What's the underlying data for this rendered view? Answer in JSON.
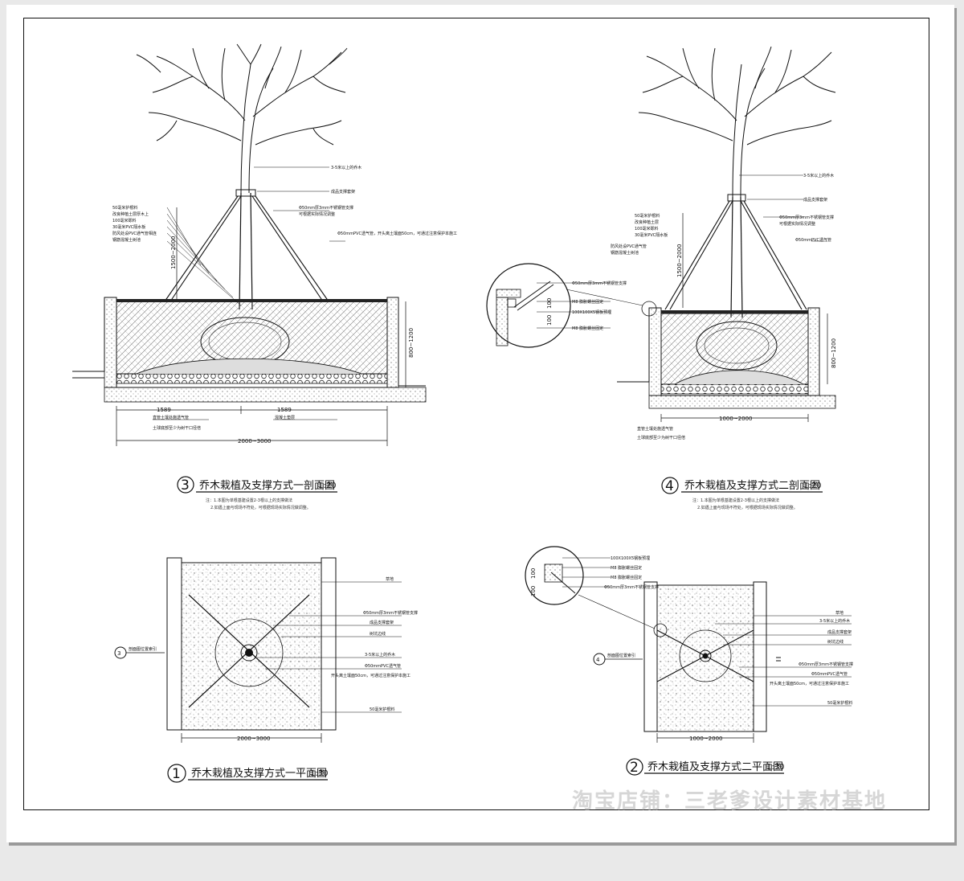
{
  "watermark": "淘宝店铺：三老爹设计素材基地",
  "sections": {
    "s3": {
      "number": "3",
      "title": "乔木栽植及支撑方式一剖面图",
      "scale": "1:20",
      "notes": [
        "注：1.本图为单根基建设置2-3根以上的支撑做法",
        "2.如遇上面与现场不符处，可根据现场实际情况做调整。"
      ],
      "dims": [
        "1589",
        "1589",
        "2000~3000",
        "1500~2000",
        "800~1200"
      ],
      "left_labels": [
        "50毫米护根料",
        "改良种植土层厚木上",
        "100毫米砾料",
        "30毫米PVC隔水板",
        "防风处设PVC通气管相连",
        "钢筋混凝土树池"
      ],
      "right_labels": [
        "3-5米以上的乔木",
        "成品支撑套架",
        "Φ50mm厚3mm不锈钢管支撑",
        "可根据实际情况调整",
        "Φ50mmPVC透气管，开头离土壤面50cm，可通过注意保护本施工"
      ],
      "bottom_labels": [
        "直管土壤处施透气管",
        "土球底部至少为树干口径倍",
        "混凝土垫层"
      ]
    },
    "s4": {
      "number": "4",
      "title": "乔木栽植及支撑方式二剖面图",
      "scale": "1:20",
      "notes": [
        "注：1.本图为单根基建设置2-3根以上的支撑做法",
        "2.如遇上面与现场不符处，可根据现场实际情况做调整。"
      ],
      "dims": [
        "1000~2000",
        "1500~2000",
        "800~1200",
        "100",
        "100"
      ],
      "left_labels": [
        "50毫米护根料",
        "改良种植土层",
        "100毫米砾料",
        "30毫米PVC隔水板",
        "防风处设PVC通气管",
        "钢筋混凝土树池"
      ],
      "right_labels": [
        "3-5米以上的乔木",
        "成品支撑套架",
        "Φ50mm厚3mm不锈钢管支撑",
        "可根据实际情况调整",
        "Φ50mmPVC透气管"
      ],
      "detail_labels": [
        "Φ50mm厚3mm不锈钢管支撑",
        "M8 膨胀螺丝固定",
        "100X100X5钢板预埋",
        "M8 膨胀螺丝固定"
      ],
      "bottom_labels": [
        "直管土壤处施透气管",
        "土球底部至少为树干口径倍"
      ]
    },
    "s1": {
      "number": "1",
      "title": "乔木栽植及支撑方式一平面图",
      "scale": "1:30",
      "dims": [
        "2000~3000"
      ],
      "side_label": "3",
      "labels": [
        "草地",
        "Φ50mm厚3mm不锈钢管支撑",
        "成品支撑套架",
        "树坑边线",
        "3-5米以上的乔木",
        "Φ50mmPVC透气管",
        "开头离土壤面50cm，可通过注意保护本施工",
        "50毫米护根料"
      ],
      "left_label": "剖面图位置索引"
    },
    "s2": {
      "number": "2",
      "title": "乔木栽植及支撑方式二平面图",
      "scale": "1:30",
      "dims": [
        "1000~2000",
        "100",
        "100"
      ],
      "side_label": "4",
      "labels": [
        "草地",
        "3-5米以上的乔木",
        "成品支撑套架",
        "树坑边线",
        "Φ50mm厚3mm不锈钢管支撑",
        "Φ50mmPVC透气管",
        "开头离土壤面50cm，可通过注意保护本施工",
        "50毫米护根料"
      ],
      "detail_labels": [
        "100X100X5钢板预埋",
        "M8 膨胀螺丝固定",
        "M8 膨胀螺丝固定",
        "Φ50mm厚3mm不锈钢管支撑"
      ],
      "left_label": "剖面图位置索引"
    }
  }
}
